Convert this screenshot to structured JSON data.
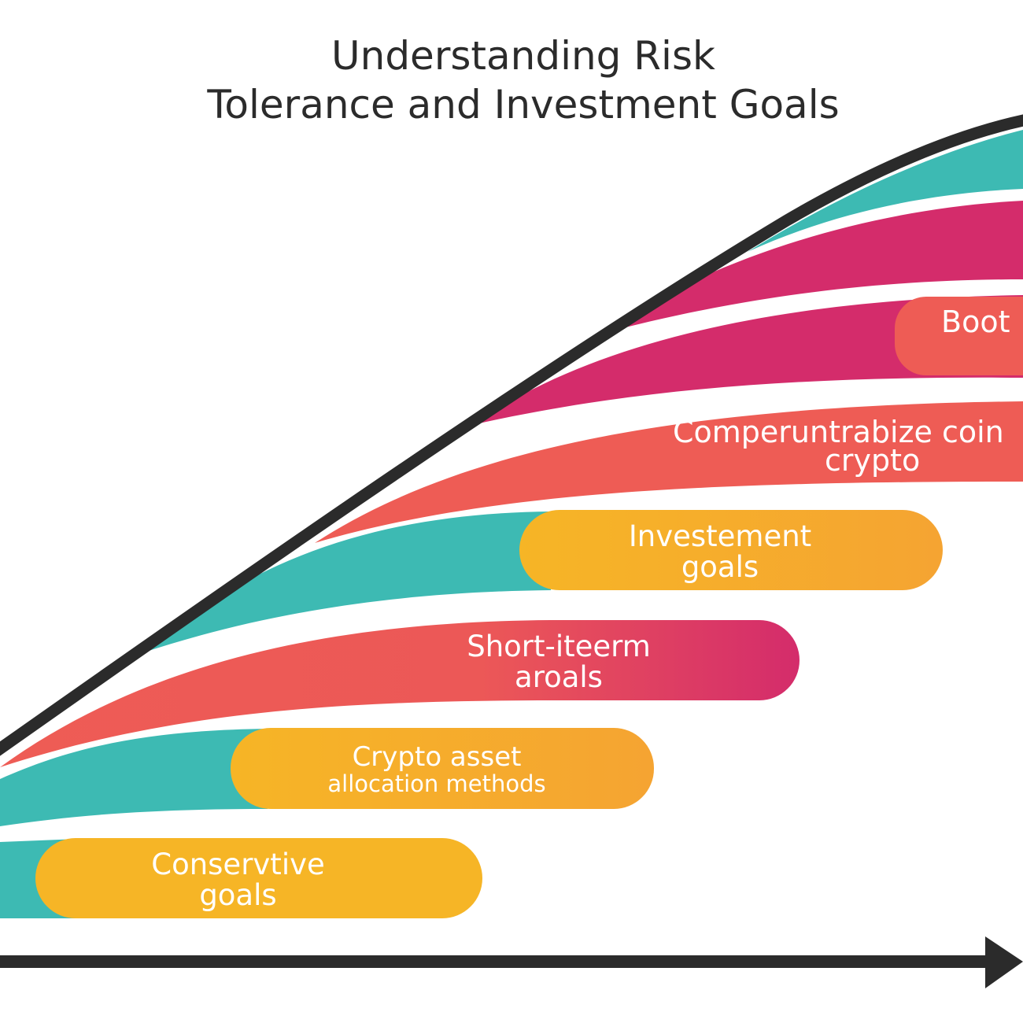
{
  "title": {
    "line1": "Understanding Risk",
    "line2": "Tolerance and Investment Goals"
  },
  "labels": {
    "boot": "Boot",
    "comper_line1": "Comperuntrabize coin",
    "comper_line2": "crypto",
    "investment_line1": "Investement",
    "investment_line2": "goals",
    "shortterm_line1": "Short-iteerm",
    "shortterm_line2": "aroals",
    "crypto_line1": "Crypto asset",
    "crypto_line2": "allocation methods",
    "conservative_line1": "Conservtive",
    "conservative_line2": "goals"
  },
  "colors": {
    "teal": "#3dbab3",
    "magenta": "#d42c6b",
    "coral": "#ee5c55",
    "yellow": "#f6b526",
    "dark": "#2b2b2b"
  }
}
